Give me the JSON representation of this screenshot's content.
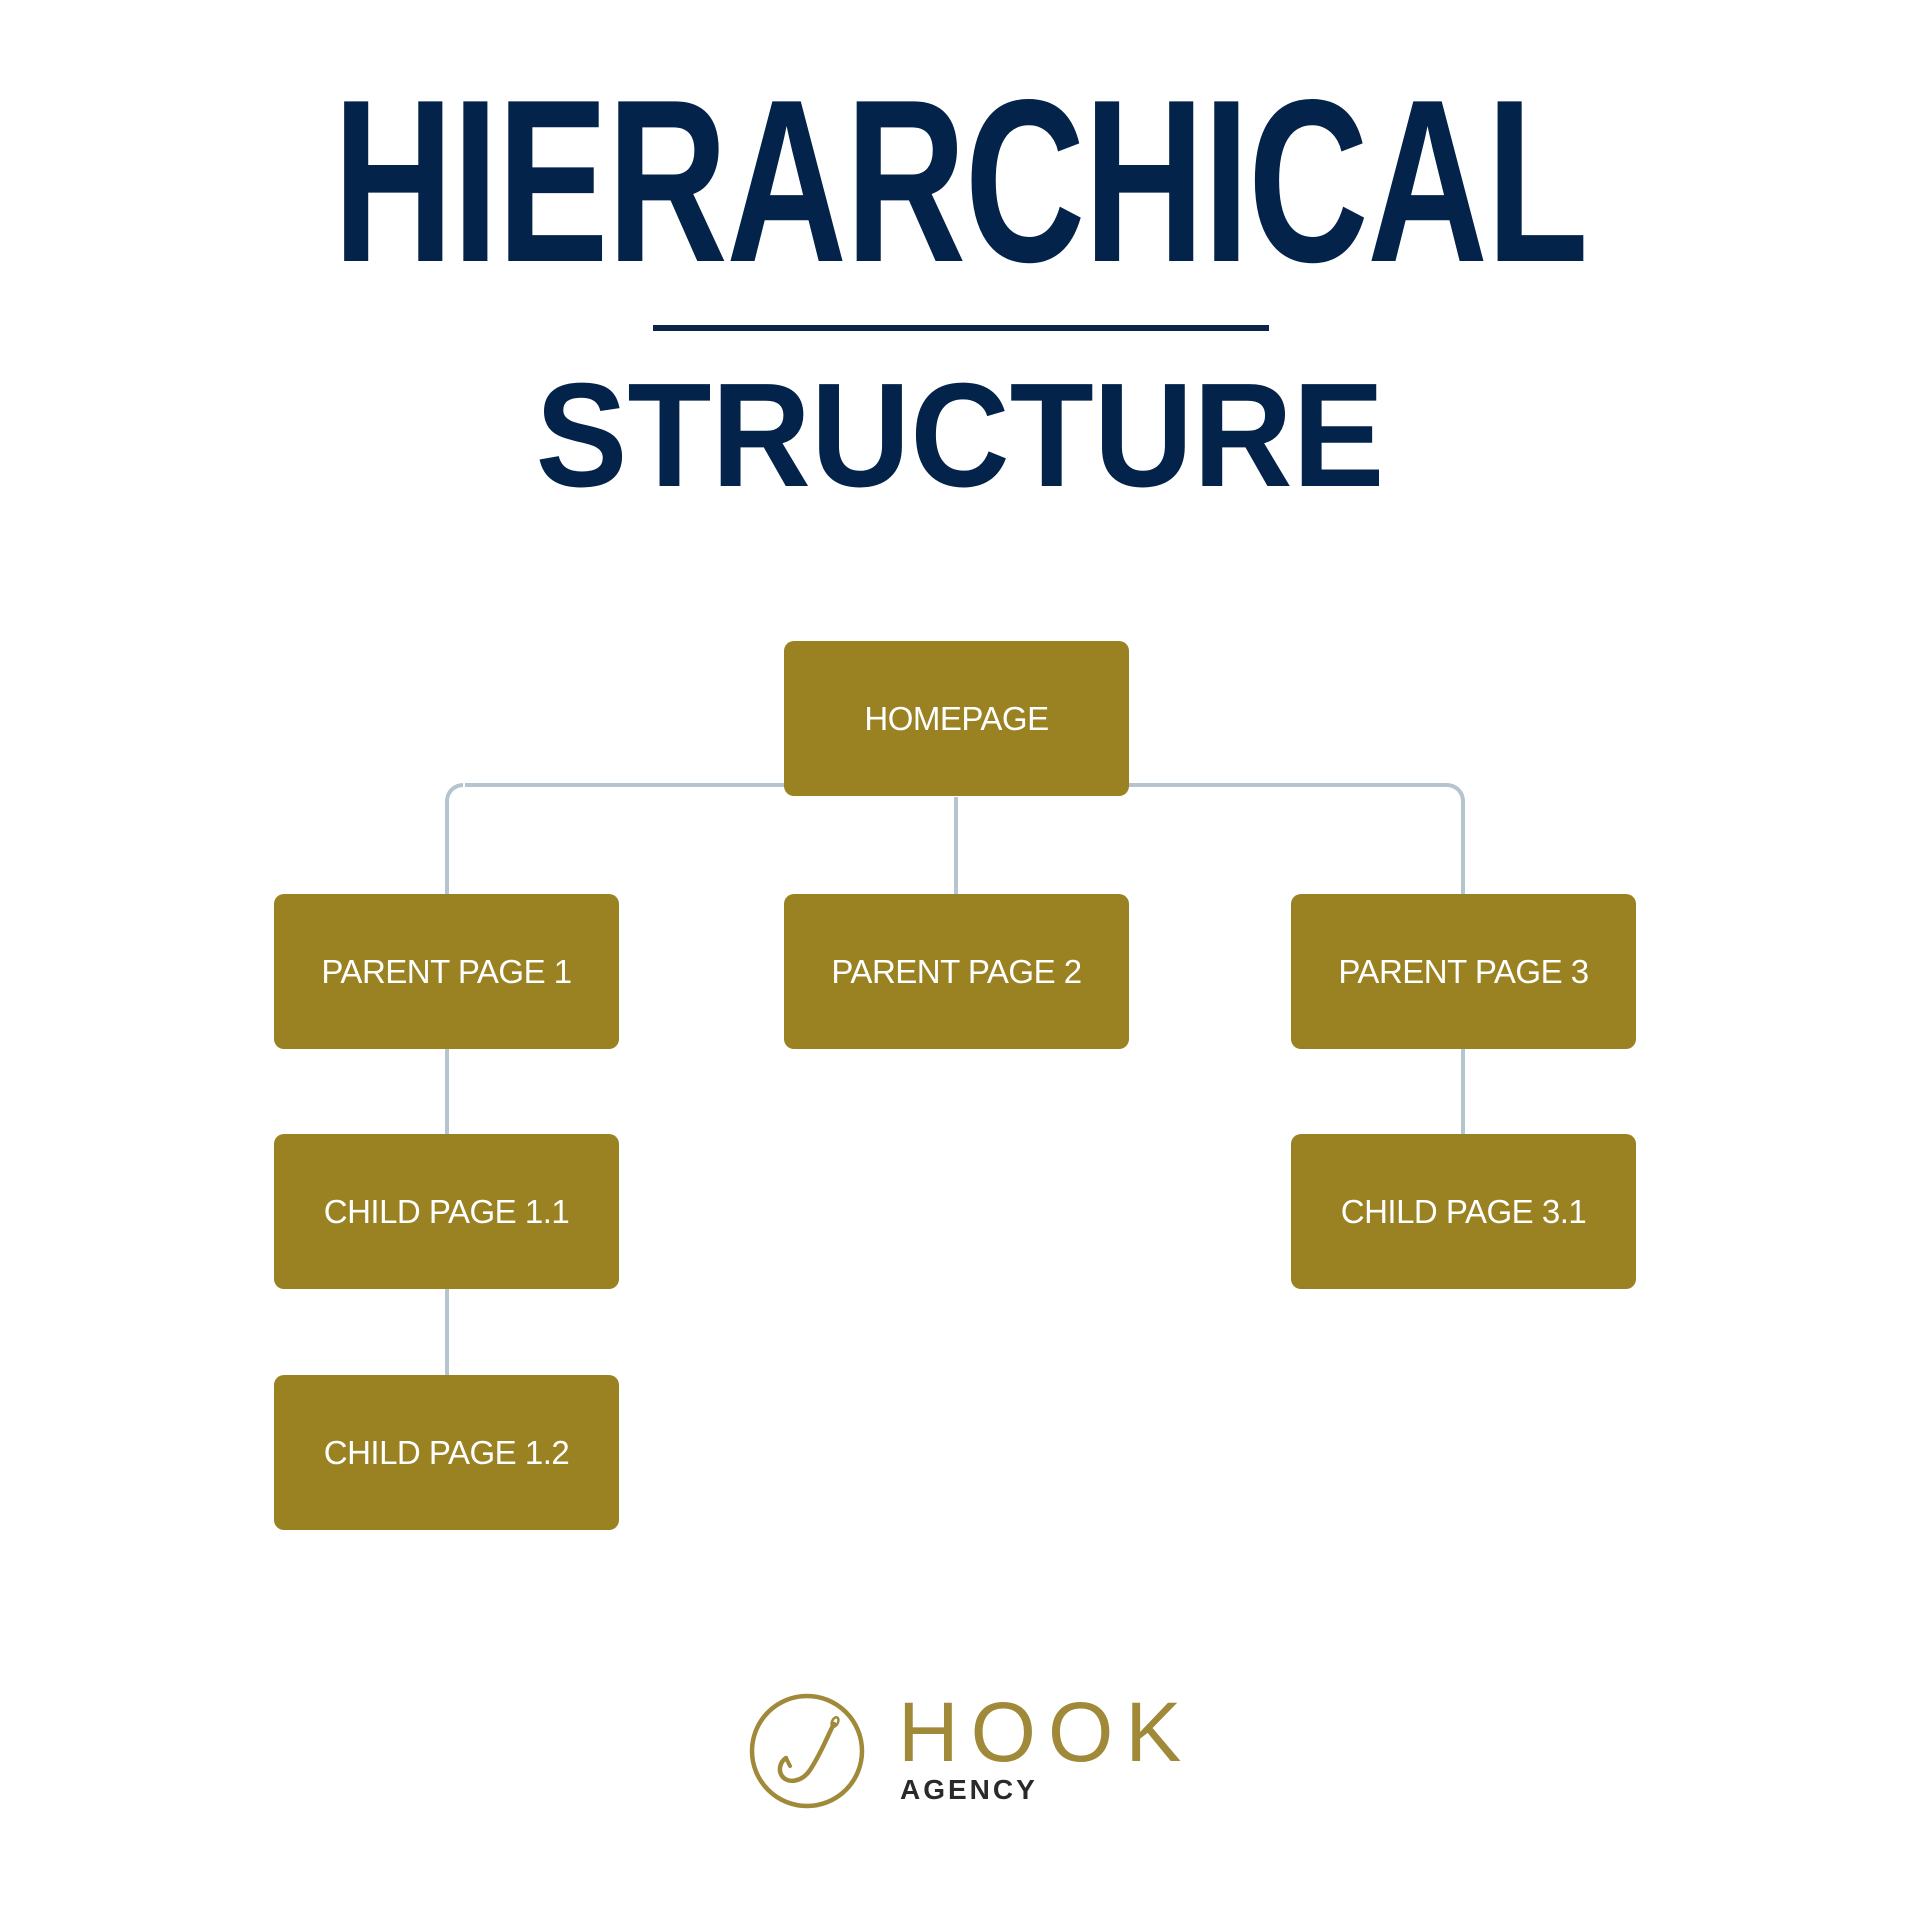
{
  "header": {
    "title": "HIERARCHICAL",
    "subtitle": "STRUCTURE"
  },
  "colors": {
    "title": "#04234a",
    "node_fill": "#9a8223",
    "node_text": "#ffffff",
    "connector": "#b5c5d0",
    "logo_gold": "#a08a3a",
    "logo_dark": "#2a2a2a"
  },
  "tree": {
    "root": {
      "label": "HOMEPAGE"
    },
    "parents": [
      {
        "label": "PARENT PAGE 1",
        "children": [
          {
            "label": "CHILD PAGE 1.1"
          },
          {
            "label": "CHILD PAGE 1.2"
          }
        ]
      },
      {
        "label": "PARENT PAGE 2",
        "children": []
      },
      {
        "label": "PARENT PAGE 3",
        "children": [
          {
            "label": "CHILD PAGE 3.1"
          }
        ]
      }
    ]
  },
  "logo": {
    "icon": "fishhook-in-circle-icon",
    "name": "HOOK",
    "tagline": "AGENCY"
  }
}
